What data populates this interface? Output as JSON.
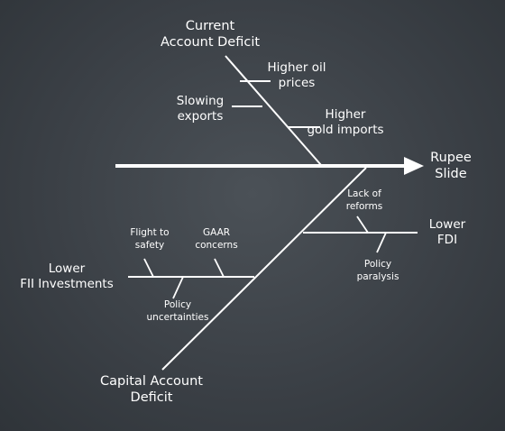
{
  "effect": {
    "line1": "Rupee",
    "line2": "Slide"
  },
  "categories": {
    "current_account": {
      "line1": "Current",
      "line2": "Account Deficit"
    },
    "capital_account": {
      "line1": "Capital Account",
      "line2": "Deficit"
    }
  },
  "causes": {
    "higher_oil": {
      "line1": "Higher oil",
      "line2": "prices"
    },
    "slowing_exports": {
      "line1": "Slowing",
      "line2": "exports"
    },
    "higher_gold": {
      "line1": "Higher",
      "line2": "gold imports"
    },
    "lower_fdi": {
      "line1": "Lower",
      "line2": "FDI"
    },
    "lower_fii": {
      "line1": "Lower",
      "line2": "FII Investments"
    },
    "lack_reforms": {
      "line1": "Lack of",
      "line2": "reforms"
    },
    "policy_paralysis": {
      "line1": "Policy",
      "line2": "paralysis"
    },
    "flight_safety": {
      "line1": "Flight to",
      "line2": "safety"
    },
    "gaar": {
      "line1": "GAAR",
      "line2": "concerns"
    },
    "policy_uncert": {
      "line1": "Policy",
      "line2": "uncertainties"
    }
  },
  "colors": {
    "background": "#3d4247",
    "ink": "#ffffff"
  }
}
